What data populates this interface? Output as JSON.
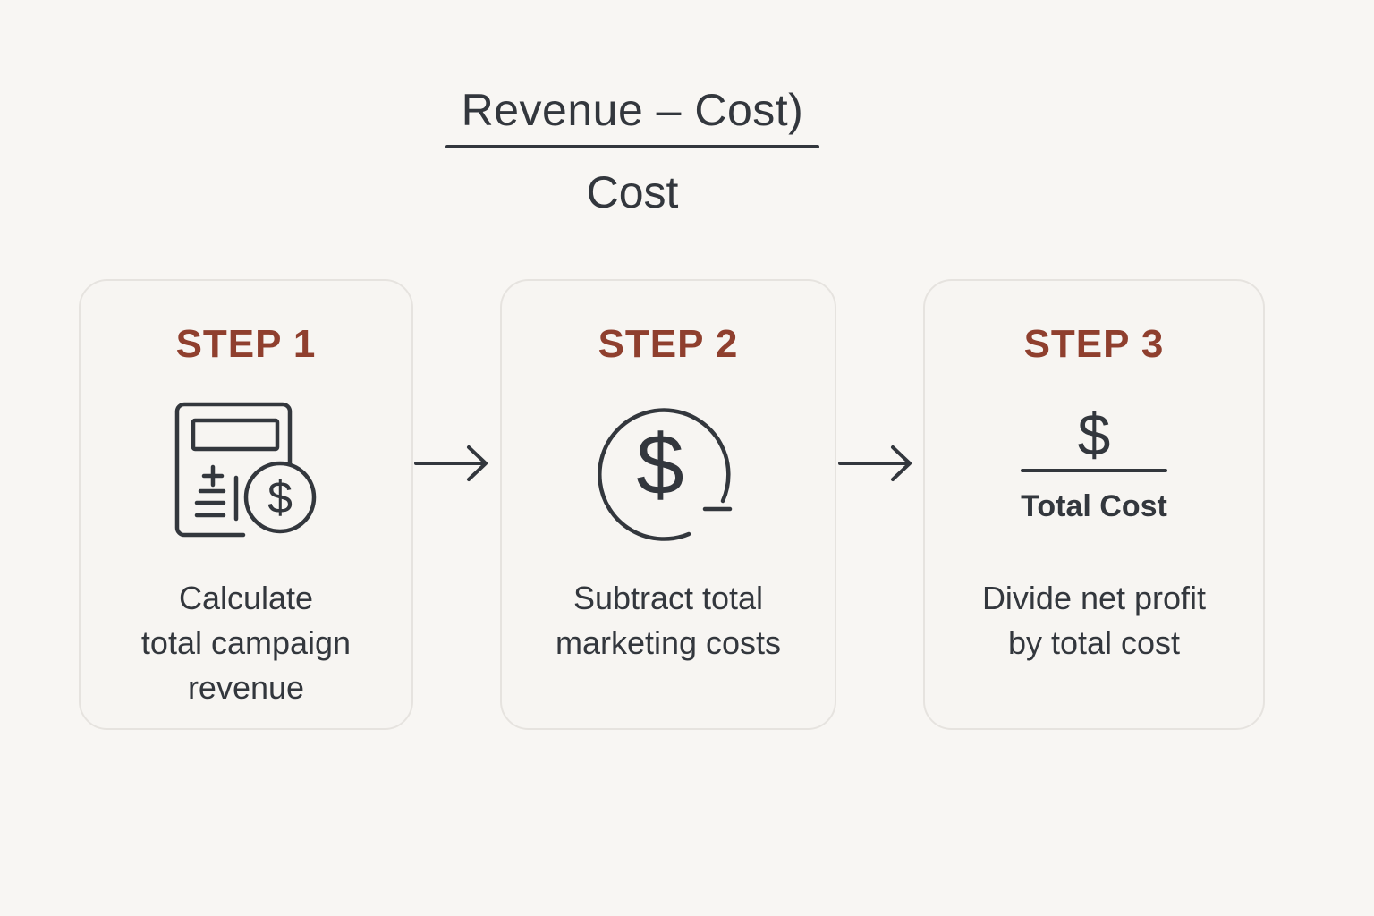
{
  "formula": {
    "numerator": "Revenue – Cost)",
    "denominator": "Cost"
  },
  "steps": [
    {
      "title": "STEP 1",
      "icon": "calculator-dollar-icon",
      "description": "Calculate\ntotal campaign\nrevenue"
    },
    {
      "title": "STEP 2",
      "icon": "dollar-minus-icon",
      "description": "Subtract total\nmarketing costs"
    },
    {
      "title": "STEP 3",
      "icon": "dollar-over-total-cost-icon",
      "icon_numerator": "$",
      "icon_denominator": "Total Cost",
      "description": "Divide net profit\nby total cost"
    }
  ],
  "colors": {
    "background": "#f8f6f3",
    "step_title": "#8f3f2e",
    "text": "#33373d",
    "card_border": "#e6e3df"
  }
}
